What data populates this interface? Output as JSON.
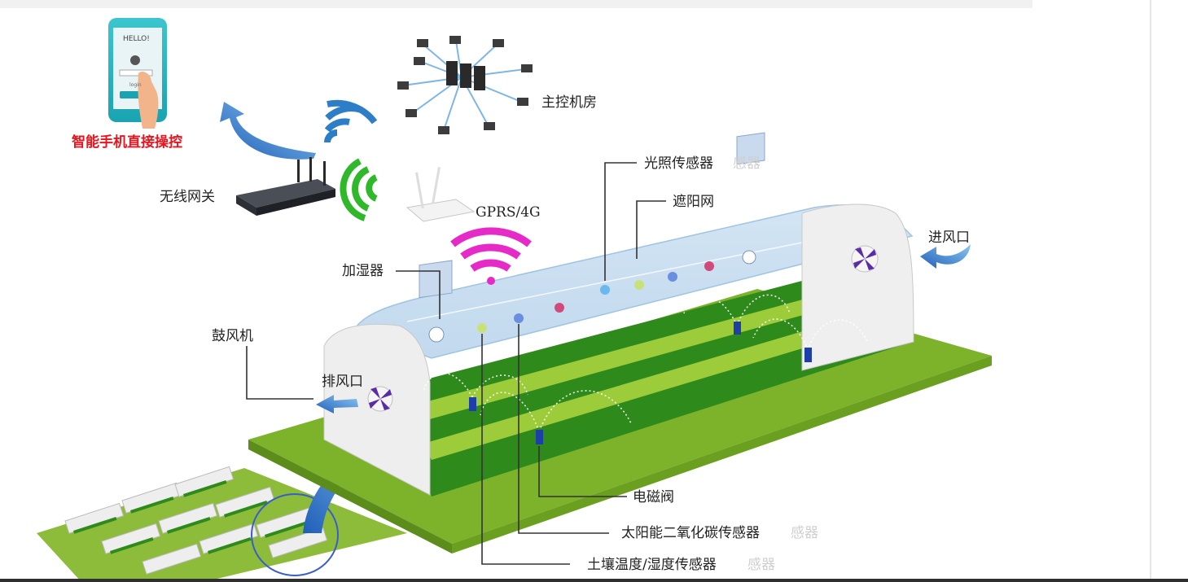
{
  "labels": {
    "phone_control": "智能手机直接操控",
    "phone_screen_title": "HELLO!",
    "phone_screen_button": "login",
    "gateway": "无线网关",
    "server_room": "主控机房",
    "gprs": "GPRS/4G",
    "light_sensor": "光照传感器",
    "light_sensor_ghost": "感器",
    "shade_net": "遮阳网",
    "inlet": "进风口",
    "humidifier": "加湿器",
    "blower": "鼓风机",
    "exhaust": "排风口",
    "solenoid_valve": "电磁阀",
    "co2_sensor": "太阳能二氧化碳传感器",
    "co2_sensor_ghost": "感器",
    "soil_sensor": "土壤温度/湿度传感器",
    "soil_sensor_ghost": "感器"
  },
  "colors": {
    "label_text": "#222222",
    "highlight_red": "#e8141e",
    "wifi_blue": "#2d7ec7",
    "wifi_green": "#2fb82a",
    "wifi_magenta": "#e62ac8",
    "grass": "#7db22b",
    "grass_dark": "#2f8a1c",
    "arrow_blue": "#3f8ad6",
    "fan_purple": "#5a2ca8"
  }
}
